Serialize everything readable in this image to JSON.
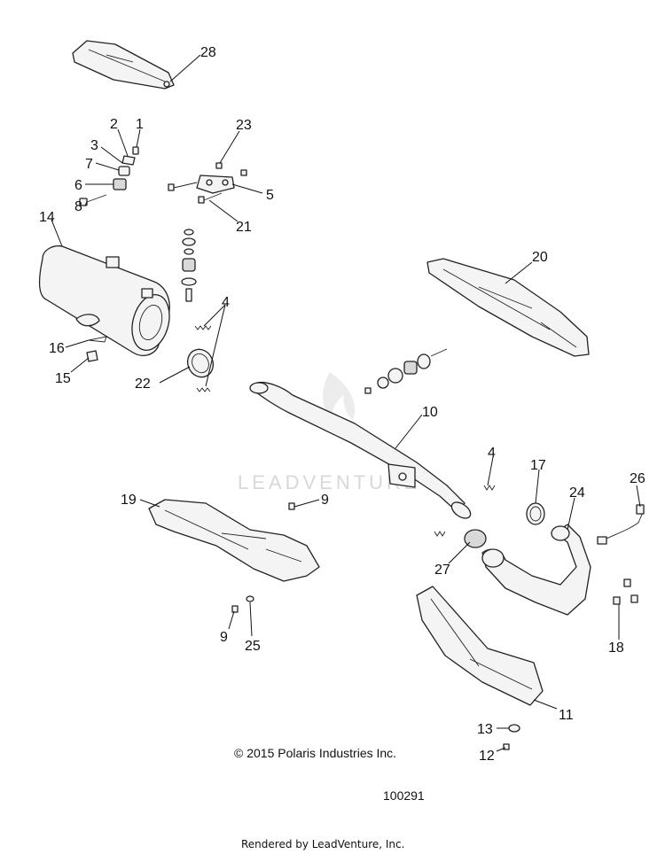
{
  "diagram": {
    "callouts": {
      "c1": "1",
      "c2": "2",
      "c3": "3",
      "c4a": "4",
      "c4b": "4",
      "c5": "5",
      "c6": "6",
      "c7": "7",
      "c8": "8",
      "c9a": "9",
      "c9b": "9",
      "c10": "10",
      "c11": "11",
      "c12": "12",
      "c13": "13",
      "c14": "14",
      "c15": "15",
      "c16": "16",
      "c17": "17",
      "c18": "18",
      "c19": "19",
      "c20": "20",
      "c21": "21",
      "c22": "22",
      "c23": "23",
      "c24": "24",
      "c25": "25",
      "c26": "26",
      "c27": "27",
      "c28": "28"
    },
    "watermark": "LEADVENTURE",
    "copyright": "© 2015 Polaris Industries Inc.",
    "figure_number": "100291",
    "footer": "Rendered by LeadVenture, Inc."
  }
}
